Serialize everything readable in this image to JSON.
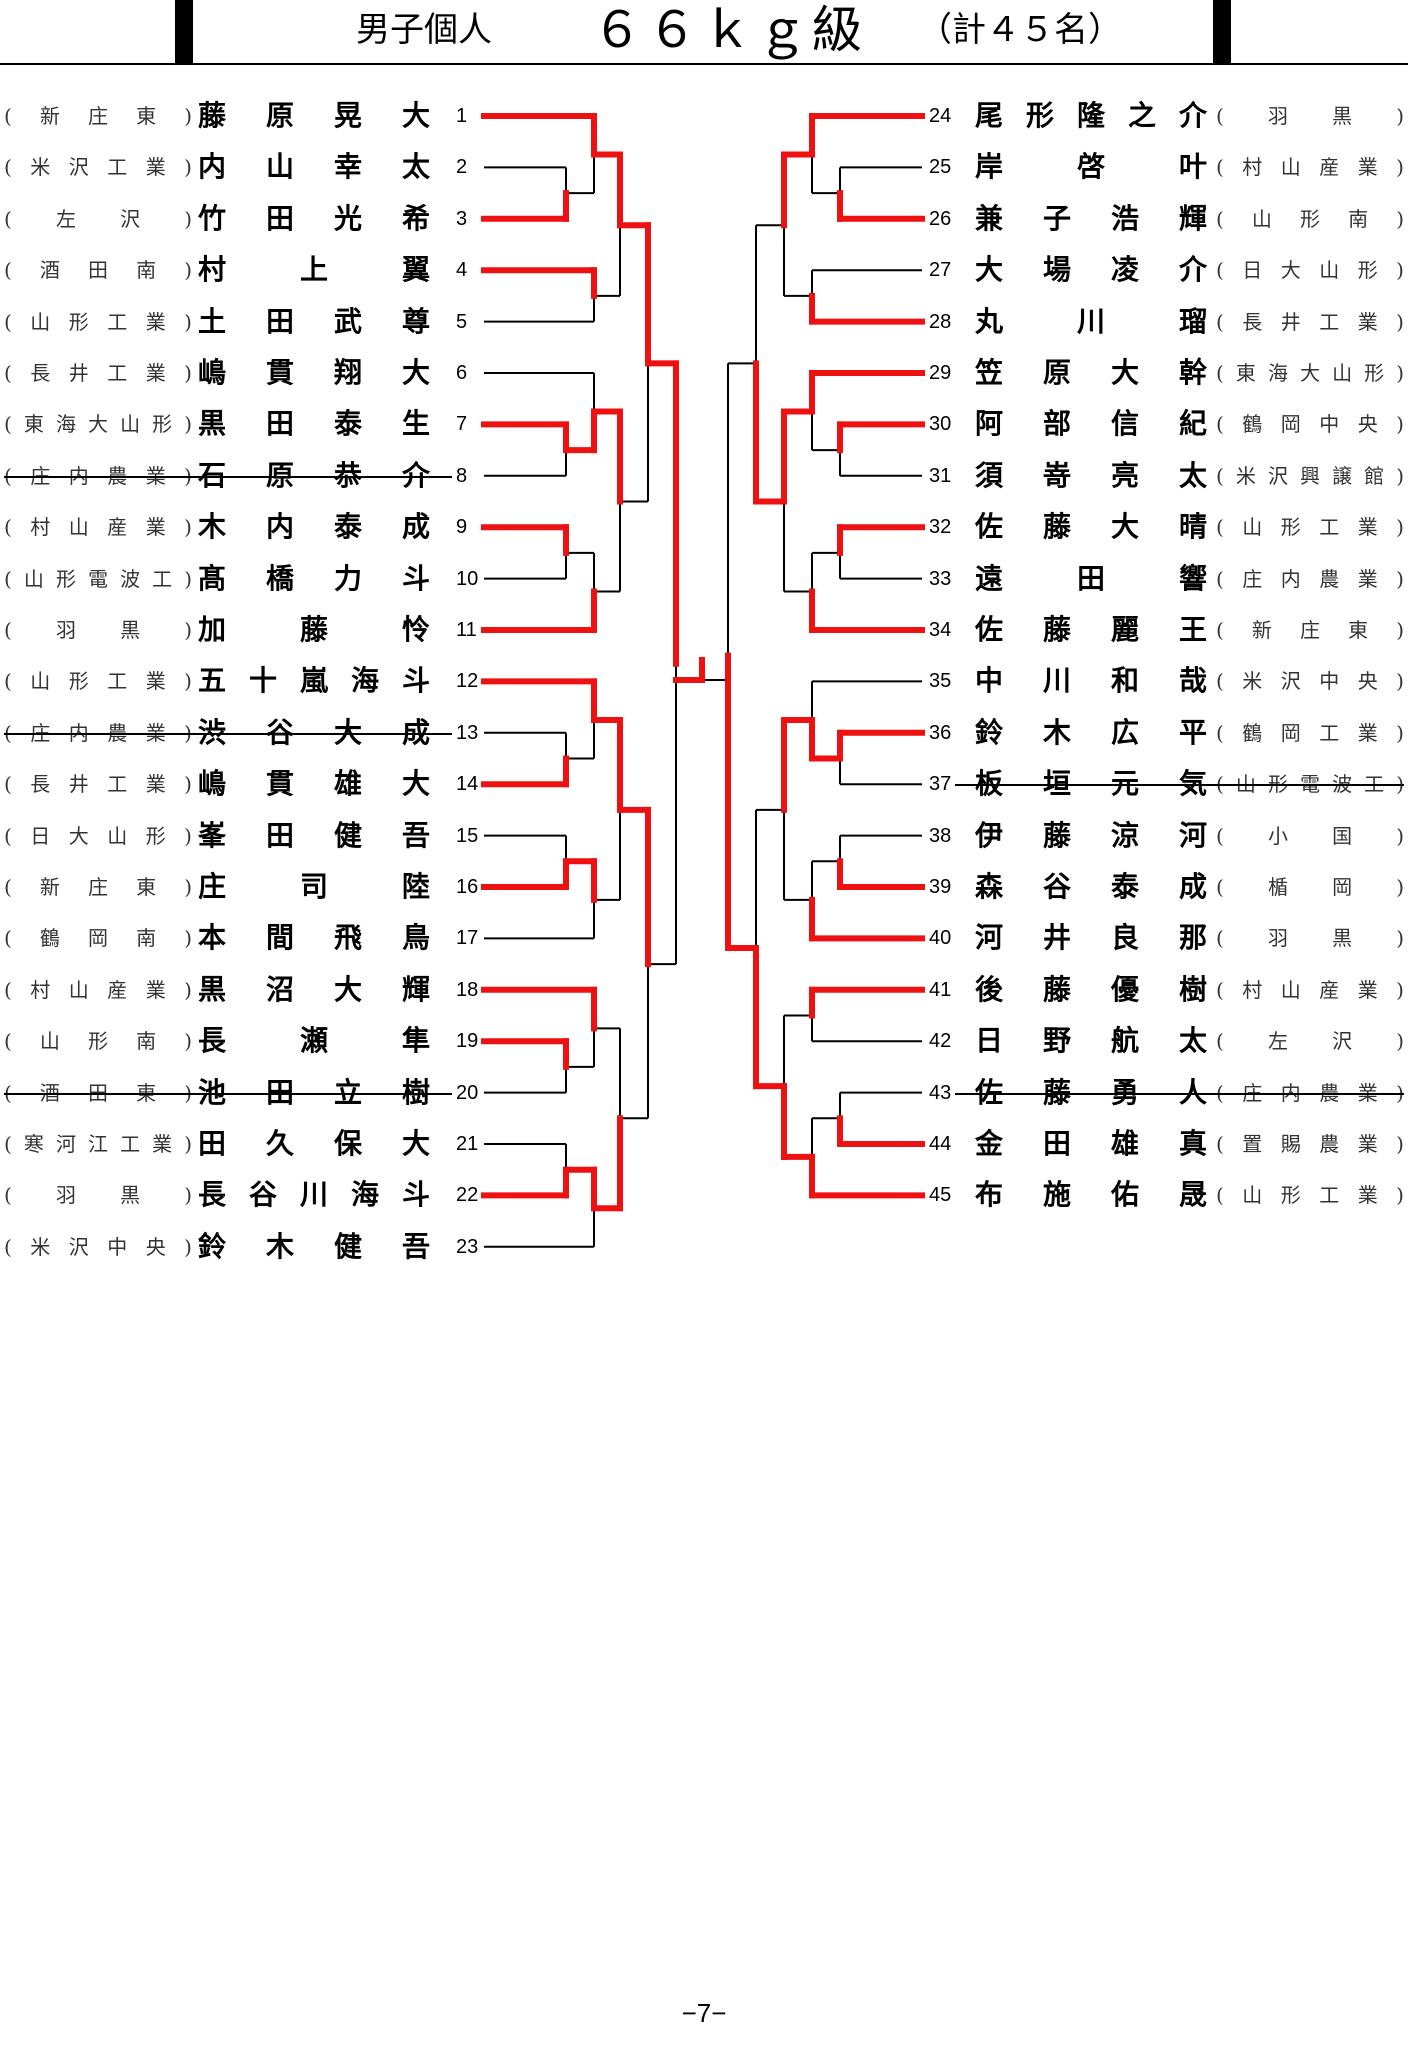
{
  "header": {
    "category": "男子個人",
    "weight_class": "６６ｋｇ級",
    "count": "（計４５名）"
  },
  "colors": {
    "winner": "#ee1111",
    "line": "#000000"
  },
  "left_entries": [
    {
      "no": "1",
      "school": "(新庄東)",
      "name": "藤原晃大",
      "withdrawn": false
    },
    {
      "no": "2",
      "school": "(米沢工業)",
      "name": "内山幸太",
      "withdrawn": false
    },
    {
      "no": "3",
      "school": "(左沢)",
      "name": "竹田光希",
      "withdrawn": false
    },
    {
      "no": "4",
      "school": "(酒田南)",
      "name": "村上翼",
      "withdrawn": false
    },
    {
      "no": "5",
      "school": "(山形工業)",
      "name": "土田武尊",
      "withdrawn": false
    },
    {
      "no": "6",
      "school": "(長井工業)",
      "name": "嶋貫翔大",
      "withdrawn": false
    },
    {
      "no": "7",
      "school": "(東海大山形)",
      "name": "黒田泰生",
      "withdrawn": false
    },
    {
      "no": "8",
      "school": "(庄内農業)",
      "name": "石原恭介",
      "withdrawn": true
    },
    {
      "no": "9",
      "school": "(村山産業)",
      "name": "木内泰成",
      "withdrawn": false
    },
    {
      "no": "10",
      "school": "(山形電波工)",
      "name": "髙橋力斗",
      "withdrawn": false
    },
    {
      "no": "11",
      "school": "(羽黒)",
      "name": "加藤怜",
      "withdrawn": false
    },
    {
      "no": "12",
      "school": "(山形工業)",
      "name": "五十嵐海斗",
      "withdrawn": false
    },
    {
      "no": "13",
      "school": "(庄内農業)",
      "name": "渋谷大成",
      "withdrawn": true
    },
    {
      "no": "14",
      "school": "(長井工業)",
      "name": "嶋貫雄大",
      "withdrawn": false
    },
    {
      "no": "15",
      "school": "(日大山形)",
      "name": "峯田健吾",
      "withdrawn": false
    },
    {
      "no": "16",
      "school": "(新庄東)",
      "name": "庄司陸",
      "withdrawn": false
    },
    {
      "no": "17",
      "school": "(鶴岡南)",
      "name": "本間飛鳥",
      "withdrawn": false
    },
    {
      "no": "18",
      "school": "(村山産業)",
      "name": "黒沼大輝",
      "withdrawn": false
    },
    {
      "no": "19",
      "school": "(山形南)",
      "name": "長瀬隼",
      "withdrawn": false
    },
    {
      "no": "20",
      "school": "(酒田東)",
      "name": "池田立樹",
      "withdrawn": true
    },
    {
      "no": "21",
      "school": "(寒河江工業)",
      "name": "田久保大",
      "withdrawn": false
    },
    {
      "no": "22",
      "school": "(羽黒)",
      "name": "長谷川海斗",
      "withdrawn": false
    },
    {
      "no": "23",
      "school": "(米沢中央)",
      "name": "鈴木健吾",
      "withdrawn": false
    }
  ],
  "right_entries": [
    {
      "no": "24",
      "school": "(羽黒)",
      "name": "尾形隆之介",
      "withdrawn": false
    },
    {
      "no": "25",
      "school": "(村山産業)",
      "name": "岸啓叶",
      "withdrawn": false
    },
    {
      "no": "26",
      "school": "(山形南)",
      "name": "兼子浩輝",
      "withdrawn": false
    },
    {
      "no": "27",
      "school": "(日大山形)",
      "name": "大場凌介",
      "withdrawn": false
    },
    {
      "no": "28",
      "school": "(長井工業)",
      "name": "丸川瑠",
      "withdrawn": false
    },
    {
      "no": "29",
      "school": "(東海大山形)",
      "name": "笠原大幹",
      "withdrawn": false
    },
    {
      "no": "30",
      "school": "(鶴岡中央)",
      "name": "阿部信紀",
      "withdrawn": false
    },
    {
      "no": "31",
      "school": "(米沢興譲館)",
      "name": "須嵜亮太",
      "withdrawn": false
    },
    {
      "no": "32",
      "school": "(山形工業)",
      "name": "佐藤大晴",
      "withdrawn": false
    },
    {
      "no": "33",
      "school": "(庄内農業)",
      "name": "遠田響",
      "withdrawn": false
    },
    {
      "no": "34",
      "school": "(新庄東)",
      "name": "佐藤麗王",
      "withdrawn": false
    },
    {
      "no": "35",
      "school": "(米沢中央)",
      "name": "中川和哉",
      "withdrawn": false
    },
    {
      "no": "36",
      "school": "(鶴岡工業)",
      "name": "鈴木広平",
      "withdrawn": false
    },
    {
      "no": "37",
      "school": "(山形電波工)",
      "name": "板垣元気",
      "withdrawn": true
    },
    {
      "no": "38",
      "school": "(小国)",
      "name": "伊藤涼河",
      "withdrawn": false
    },
    {
      "no": "39",
      "school": "(楯岡)",
      "name": "森谷泰成",
      "withdrawn": false
    },
    {
      "no": "40",
      "school": "(羽黒)",
      "name": "河井良那",
      "withdrawn": false
    },
    {
      "no": "41",
      "school": "(村山産業)",
      "name": "後藤優樹",
      "withdrawn": false
    },
    {
      "no": "42",
      "school": "(左沢)",
      "name": "日野航太",
      "withdrawn": false
    },
    {
      "no": "43",
      "school": "(庄内農業)",
      "name": "佐藤勇人",
      "withdrawn": true
    },
    {
      "no": "44",
      "school": "(置賜農業)",
      "name": "金田雄真",
      "withdrawn": false
    },
    {
      "no": "45",
      "school": "(山形工業)",
      "name": "布施佑晟",
      "withdrawn": false
    }
  ],
  "page_number": "−7−"
}
